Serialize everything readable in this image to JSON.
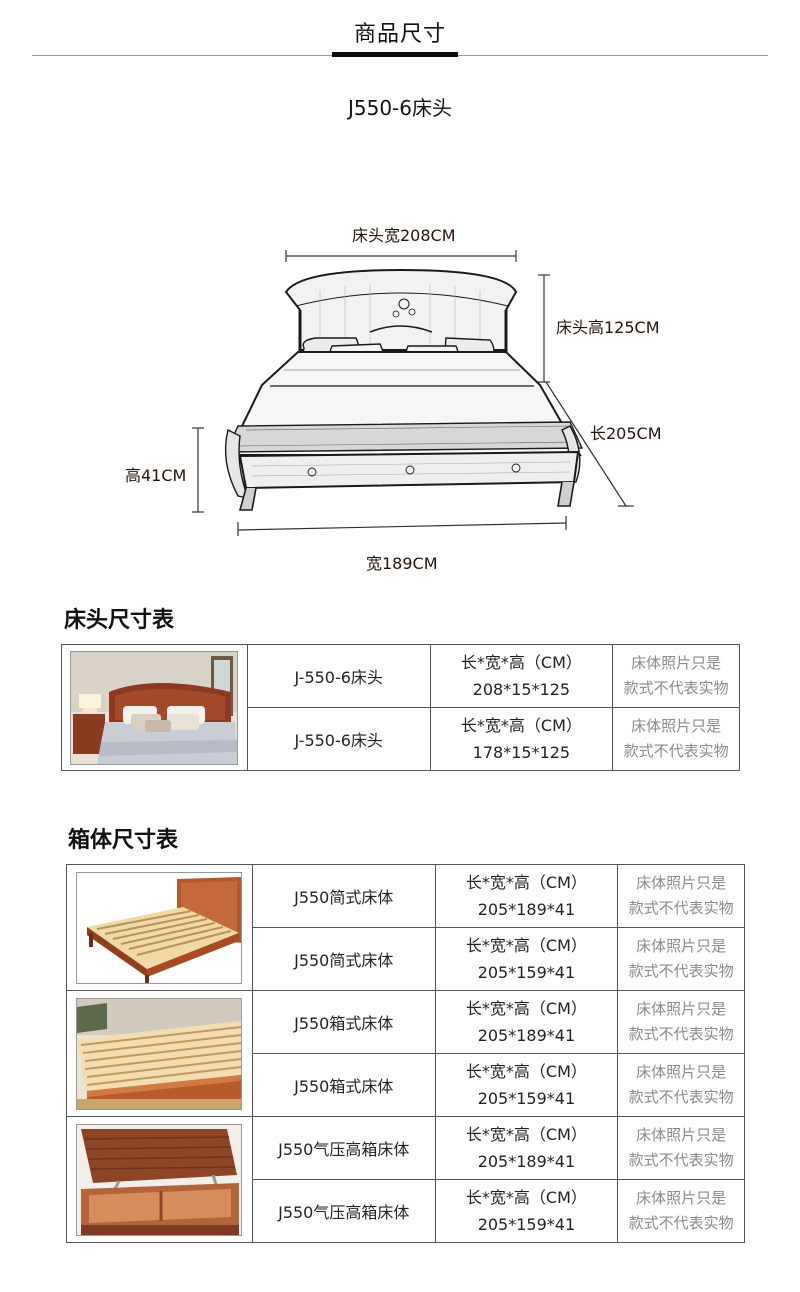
{
  "header": {
    "title": "商品尺寸"
  },
  "product": {
    "title": "J550-6床头"
  },
  "diagram": {
    "headboard_width": "床头宽208CM",
    "headboard_height": "床头高125CM",
    "length": "长205CM",
    "height": "高41CM",
    "width": "宽189CM"
  },
  "headboard_table": {
    "title": "床头尺寸表",
    "rows": [
      {
        "model": "J-550-6床头",
        "dims_label": "长*宽*高（CM）",
        "dims_value": "208*15*125",
        "note_line1": "床体照片只是",
        "note_line2": "款式不代表实物"
      },
      {
        "model": "J-550-6床头",
        "dims_label": "长*宽*高（CM）",
        "dims_value": "178*15*125",
        "note_line1": "床体照片只是",
        "note_line2": "款式不代表实物"
      }
    ]
  },
  "box_table": {
    "title": "箱体尺寸表",
    "rows": [
      {
        "model": "J550简式床体",
        "dims_label": "长*宽*高（CM）",
        "dims_value": "205*189*41",
        "note_line1": "床体照片只是",
        "note_line2": "款式不代表实物"
      },
      {
        "model": "J550简式床体",
        "dims_label": "长*宽*高（CM）",
        "dims_value": "205*159*41",
        "note_line1": "床体照片只是",
        "note_line2": "款式不代表实物"
      },
      {
        "model": "J550箱式床体",
        "dims_label": "长*宽*高（CM）",
        "dims_value": "205*189*41",
        "note_line1": "床体照片只是",
        "note_line2": "款式不代表实物"
      },
      {
        "model": "J550箱式床体",
        "dims_label": "长*宽*高（CM）",
        "dims_value": "205*159*41",
        "note_line1": "床体照片只是",
        "note_line2": "款式不代表实物"
      },
      {
        "model": "J550气压高箱床体",
        "dims_label": "长*宽*高（CM）",
        "dims_value": "205*189*41",
        "note_line1": "床体照片只是",
        "note_line2": "款式不代表实物"
      },
      {
        "model": "J550气压高箱床体",
        "dims_label": "长*宽*高（CM）",
        "dims_value": "205*159*41",
        "note_line1": "床体照片只是",
        "note_line2": "款式不代表实物"
      }
    ]
  }
}
